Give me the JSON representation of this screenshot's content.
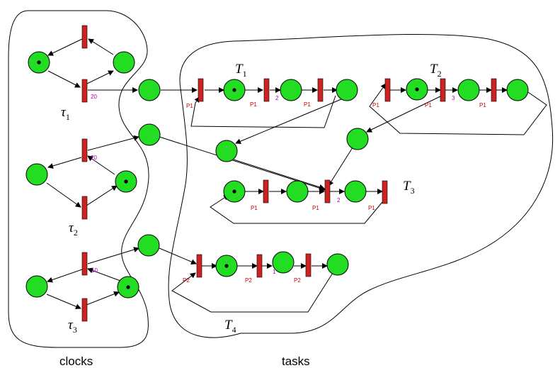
{
  "groups": {
    "clocks_caption": "clocks",
    "tasks_caption": "tasks"
  },
  "labels": {
    "tau1": {
      "sym": "τ",
      "sub": "1"
    },
    "tau2": {
      "sym": "τ",
      "sub": "2"
    },
    "tau3": {
      "sym": "τ",
      "sub": "3"
    },
    "T1": {
      "sym": "T",
      "sub": "1"
    },
    "T2": {
      "sym": "T",
      "sub": "2"
    },
    "T3": {
      "sym": "T",
      "sub": "3"
    },
    "T4": {
      "sym": "T",
      "sub": "4"
    }
  },
  "clock_weights": {
    "clock1": "20",
    "clock2": "20",
    "clock3": "10"
  },
  "task1": {
    "prio1": "P1",
    "prio2": "P1",
    "prio3": "P1",
    "weight": "2"
  },
  "task2": {
    "prio1": "P1",
    "prio2": "P1",
    "prio3": "P1",
    "weight": "3"
  },
  "task3": {
    "prio1": "P1",
    "prio2": "P1",
    "prio3": "P1",
    "weight": "2"
  },
  "task4": {
    "prio1": "P2",
    "prio2": "P2",
    "prio3": "P2",
    "weight": "1"
  },
  "colors": {
    "place_fill": "#22dd22",
    "transition_fill": "#cc2222",
    "arc": "#000000",
    "priority_text": "#cc0000",
    "weight_text": "#b000b0"
  }
}
